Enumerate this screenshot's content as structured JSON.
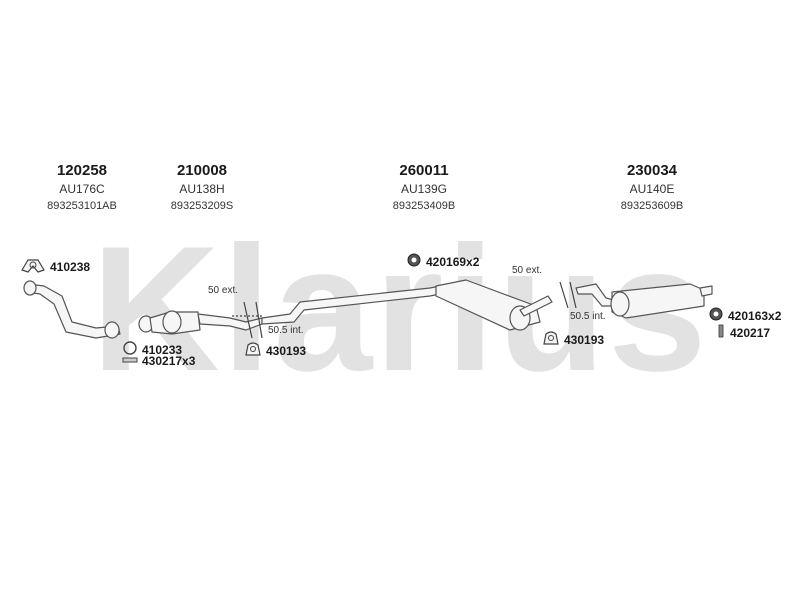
{
  "watermark": {
    "text": "Klarius",
    "color": "#dedede"
  },
  "parts": [
    {
      "number": "120258",
      "code": "AU176C",
      "oem": "893253101AB"
    },
    {
      "number": "210008",
      "code": "AU138H",
      "oem": "893253209S"
    },
    {
      "number": "260011",
      "code": "AU139G",
      "oem": "893253409B"
    },
    {
      "number": "230034",
      "code": "AU140E",
      "oem": "893253609B"
    }
  ],
  "accessories": [
    {
      "label": "410238",
      "icon": "clamp-icon"
    },
    {
      "label": "410233",
      "icon": "ring-gasket-icon"
    },
    {
      "label": "430217x3",
      "icon": "bolt-icon"
    },
    {
      "label": "430193",
      "icon": "rubber-hanger-icon"
    },
    {
      "label": "420169x2",
      "icon": "rubber-ring-icon"
    },
    {
      "label": "430193",
      "icon": "rubber-hanger-icon"
    },
    {
      "label": "420163x2",
      "icon": "rubber-ring-icon"
    },
    {
      "label": "420217",
      "icon": "bolt-icon"
    }
  ],
  "notes": [
    {
      "text": "50 ext."
    },
    {
      "text": "50.5 int."
    },
    {
      "text": "50 ext."
    },
    {
      "text": "50.5 int."
    }
  ],
  "colors": {
    "line": "#555555",
    "pipe_fill": "#f4f4f4",
    "label": "#1a1a1a"
  }
}
